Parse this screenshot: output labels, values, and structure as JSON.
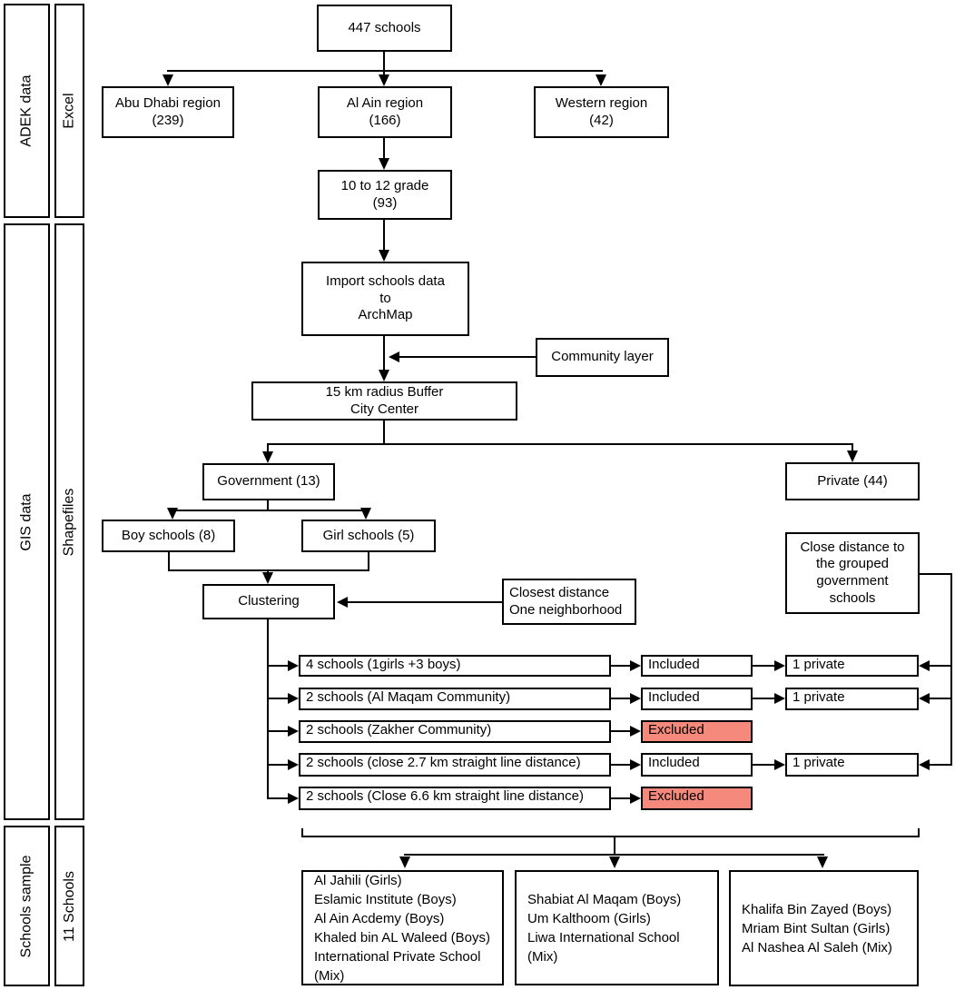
{
  "palette": {
    "border": "#000000",
    "excluded_fill": "#f5897b",
    "box_fill": "#ffffff"
  },
  "sidebar": {
    "sections": [
      {
        "group": "ADEK data",
        "sub": "Excel"
      },
      {
        "group": "GIS data",
        "sub": "Shapefiles"
      },
      {
        "group": "Schools sample",
        "sub": "11 Schools"
      }
    ]
  },
  "flow": {
    "root": "447 schools",
    "regions": [
      {
        "name": "Abu Dhabi region",
        "count": "(239)"
      },
      {
        "name": "Al Ain region",
        "count": "(166)"
      },
      {
        "name": "Western region",
        "count": "(42)"
      }
    ],
    "grade": {
      "name": "10 to 12 grade",
      "count": "(93)"
    },
    "import_lines": [
      "Import schools data",
      "to",
      "ArchMap"
    ],
    "community": "Community layer",
    "buffer_lines": [
      "15 km radius Buffer",
      "City Center"
    ],
    "government": "Government (13)",
    "boy_schools": "Boy schools (8)",
    "girl_schools": "Girl schools (5)",
    "clustering": "Clustering",
    "closest_lines": [
      "Closest distance",
      "One neighborhood"
    ],
    "private": "Private (44)",
    "close_distance_lines": [
      "Close distance to",
      "the grouped",
      "government",
      "schools"
    ]
  },
  "clusters": {
    "rows": [
      {
        "label": "4 schools (1girls +3 boys)",
        "status": "Included",
        "private": "1 private"
      },
      {
        "label": "2 schools (Al Maqam Community)",
        "status": "Included",
        "private": "1 private"
      },
      {
        "label": "2 schools (Zakher Community)",
        "status": "Excluded",
        "private": null
      },
      {
        "label": "2 schools (close  2.7 km straight line distance)",
        "status": "Included",
        "private": "1 private"
      },
      {
        "label": "2 schools (Close 6.6 km straight line distance)",
        "status": "Excluded",
        "private": null
      }
    ]
  },
  "samples": [
    {
      "schools": [
        "Al Jahili (Girls)",
        "Eslamic Institute (Boys)",
        "Al Ain Acdemy (Boys)",
        "Khaled bin AL Waleed (Boys)",
        "International Private School (Mix)"
      ]
    },
    {
      "schools": [
        "Shabiat Al Maqam (Boys)",
        "Um Kalthoom (Girls)",
        "Liwa International School (Mix)"
      ]
    },
    {
      "schools": [
        "Khalifa Bin Zayed (Boys)",
        "Mriam Bint Sultan (Girls)",
        "Al Nashea Al Saleh (Mix)"
      ]
    }
  ]
}
